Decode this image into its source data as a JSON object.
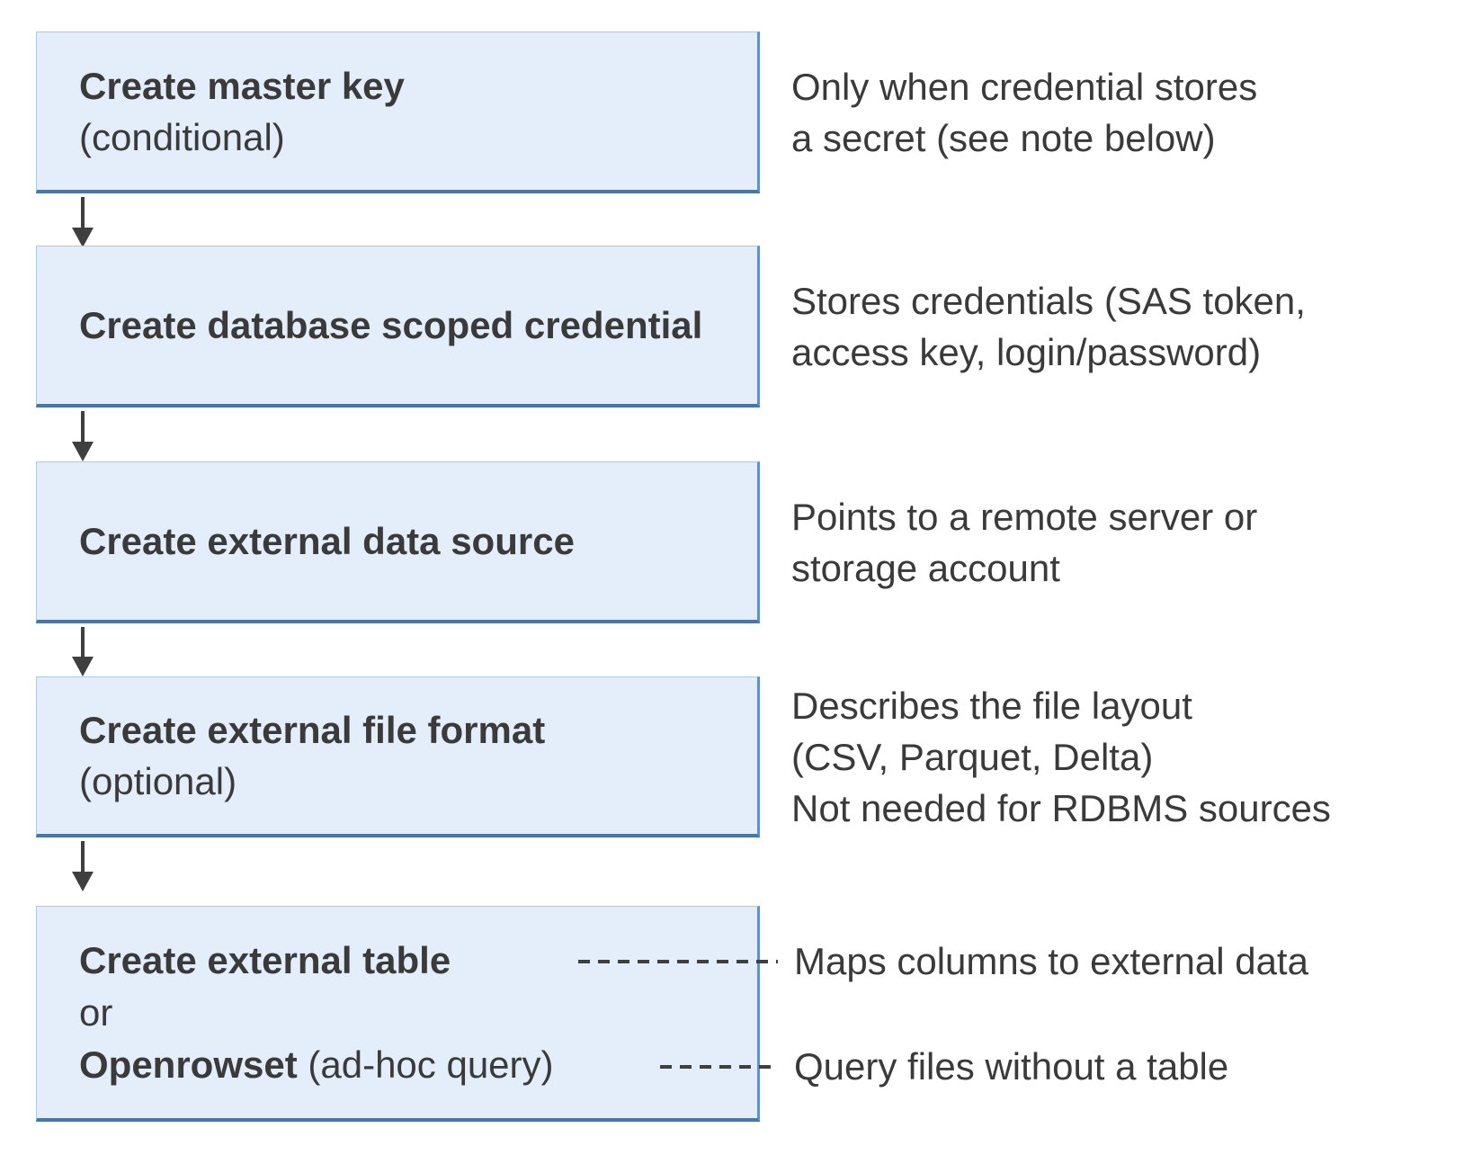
{
  "colors": {
    "box_fill": "#e3eefa",
    "box_border_light": "#aac8e8",
    "box_border_dark": "#4377ad",
    "box_border_right": "#6390c5",
    "text": "#3a3a3a",
    "arrow": "#3f3f3f"
  },
  "diagram": {
    "type": "flowchart",
    "steps": [
      {
        "title": "Create master key",
        "subtitle": "(conditional)",
        "note_lines": [
          "Only when credential stores",
          "a secret (see note below)"
        ]
      },
      {
        "title": "Create database scoped credential",
        "note_lines": [
          "Stores credentials (SAS token,",
          "access key, login/password)"
        ]
      },
      {
        "title": "Create external data source",
        "note_lines": [
          "Points to a remote server or",
          "storage account"
        ]
      },
      {
        "title": "Create external file format",
        "subtitle": "(optional)",
        "note_lines": [
          "Describes the file layout",
          "(CSV, Parquet, Delta)",
          "Not needed for RDBMS sources"
        ]
      },
      {
        "title": "Create external table",
        "or_label": "or",
        "alt_title": "Openrowset",
        "alt_suffix": " (ad-hoc query)",
        "callouts": [
          "Maps columns to external data",
          "Query files without a table"
        ]
      }
    ]
  }
}
